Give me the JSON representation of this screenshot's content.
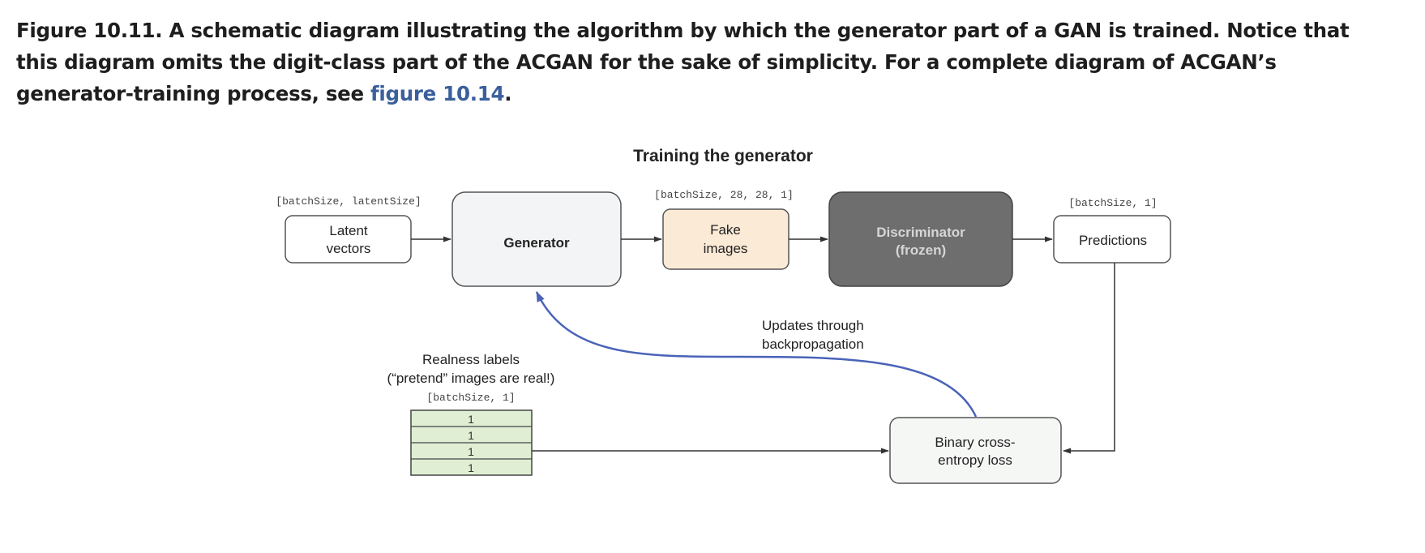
{
  "caption": {
    "text": "Figure 10.11. A schematic diagram illustrating the algorithm by which the generator part of a GAN is trained. Notice that this diagram omits the digit-class part of the ACGAN for the sake of simplicity. For a complete diagram of ACGAN’s generator-training process, see ",
    "link": "figure 10.14",
    "end": "."
  },
  "diagram": {
    "title": "Training the generator",
    "latent": {
      "shape": "[batchSize, latentSize]",
      "line1": "Latent",
      "line2": "vectors"
    },
    "generator": {
      "label": "Generator"
    },
    "fake": {
      "shape": "[batchSize, 28, 28, 1]",
      "line1": "Fake",
      "line2": "images"
    },
    "discriminator": {
      "line1": "Discriminator",
      "line2": "(frozen)"
    },
    "predictions": {
      "shape": "[batchSize, 1]",
      "label": "Predictions"
    },
    "updates": {
      "line1": "Updates through",
      "line2": "backpropagation"
    },
    "realness": {
      "line1": "Realness labels",
      "line2": "(“pretend” images are real!)",
      "shape": "[batchSize, 1]",
      "values": [
        "1",
        "1",
        "1",
        "1"
      ]
    },
    "loss": {
      "line1": "Binary cross-",
      "line2": "entropy loss"
    },
    "colors": {
      "link": "#3b5f9c",
      "feedback_arrow": "#4a63b8",
      "discriminator_fill": "#6e6e6e",
      "fake_fill": "#fbead6",
      "generator_fill": "#f3f4f6",
      "label_cell_fill": "#e0efd4"
    }
  }
}
